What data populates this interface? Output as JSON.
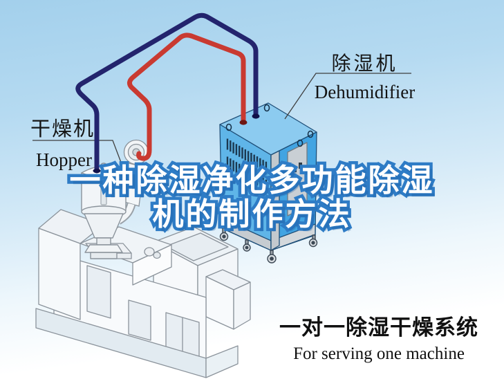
{
  "watermark": {
    "line1": "一种除湿净化多功能除湿",
    "line2": "机的制作方法",
    "fill": "#ffffff",
    "stroke": "#2e7cc6"
  },
  "labels": {
    "hopper": {
      "zh": "干燥机",
      "en": "Hopper"
    },
    "dehumidifier": {
      "zh": "除湿机",
      "en": "Dehumidifier"
    }
  },
  "caption": {
    "zh": "一对一除湿干燥系统",
    "en": "For serving one machine"
  },
  "colors": {
    "sky_top": "#a3d0ec",
    "sky_bottom": "#ffffff",
    "blue_pipe": "#23246d",
    "red_pipe": "#c93a31",
    "dehumidifier_top": "#8ccbf0",
    "dehumidifier_left": "#5fb5e8",
    "dehumidifier_right": "#42a4e2",
    "louver": "#1c3850",
    "line_art_stroke": "#8b939b",
    "leader_line": "#3f3f3f"
  },
  "icons": {
    "dehumidifier_illustration": "dehumidifier-machine",
    "hopper_illustration": "drying-hopper",
    "blower_illustration": "hopper-blower",
    "extruder_illustration": "injection-molding-machine",
    "blue_pipe": "blue-air-hose",
    "red_pipe": "red-air-hose"
  }
}
